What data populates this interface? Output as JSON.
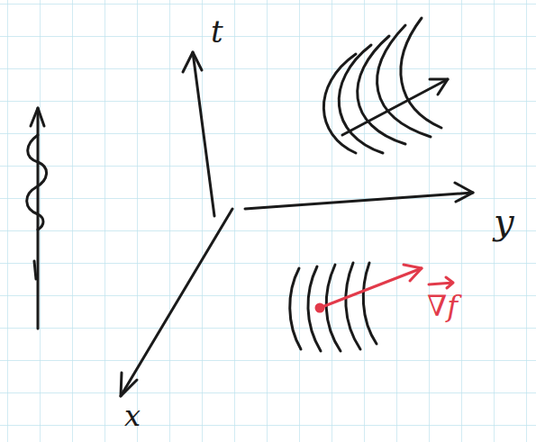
{
  "diagram": {
    "labels": [
      "t",
      "y",
      "x",
      "∇f"
    ]
  }
}
